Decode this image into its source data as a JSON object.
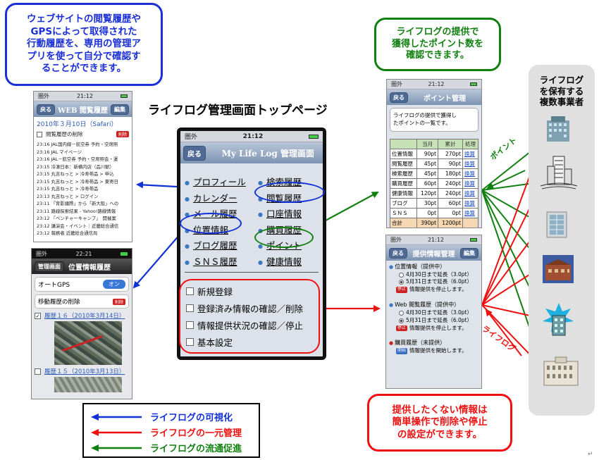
{
  "title": "ライフログ管理画面トップページ",
  "callouts": {
    "history": "ウェブサイトの閲覧履歴や\nGPSによって取得された\n行動履歴を、専用の管理ア\nプリを使って自分で確認す\nることができます。",
    "points": "ライフログの提供で\n獲得したポイント数を\n確認できます。",
    "control": "提供したくない情報は\n簡単操作で削除や停止\nの設定ができます。"
  },
  "company_panel": {
    "label": "ライフログ\nを保有する\n複数事業者"
  },
  "flow_labels": {
    "point": "ポイント",
    "lifelog": "ライフログ"
  },
  "legend": [
    {
      "label": "ライフログの可視化",
      "color": "#1030d8"
    },
    {
      "label": "ライフログの一元管理",
      "color": "#ee1111"
    },
    {
      "label": "ライフログの流通促進",
      "color": "#108010"
    }
  ],
  "main_phone": {
    "status_left": "圏外",
    "status_time": "21:12",
    "back": "戻る",
    "title": "My Life Log 管理画面",
    "menu_left": [
      "プロフィール",
      "カレンダー",
      "メール履歴",
      "位置情報",
      "ブログ履歴",
      "ＳＮＳ履歴"
    ],
    "menu_right": [
      "検索履歴",
      "閲覧履歴",
      "口座情報",
      "購買履歴",
      "ポイント",
      "健康情報"
    ],
    "checks": [
      "新規登録",
      "登録済み情報の確認／削除",
      "情報提供状況の確認／停止",
      "基本設定"
    ]
  },
  "web_phone": {
    "status_left": "圏外",
    "status_time": "21:12",
    "back": "戻る",
    "title": "WEB 閲覧履歴",
    "edit": "編集",
    "date": "2010年３月10日（Safari）",
    "delete_label": "閲覧履歴の削除",
    "delete_btn": "削除",
    "entries": [
      "23:16 JAL国内線－航空券 予約・空席照",
      "23:16 JAL マイページ",
      "23:16 JAL－航空券 予約・空席照会・運",
      "23:15 冷凍日本：新横内店（品川駅）",
      "23:15 丸吉ねっと > 冷寿帯品 > 申込",
      "23:15 丸吉ねっと > 冷寿帯品 > 東寄日",
      "23:15 丸吉ねっと > 冷寿帯品",
      "23:13 丸吉ねっと > ログイン",
      "23:11 「背影纏際」から「新大阪」への",
      "23:11 路線探索結果 - Yahoo!路線情報",
      "23:12 「ベンチャーキャンプ」　開催案",
      "23:12 講演会・イベント｜近畿総合通信",
      "23:12 報務者 近畿総合通信局"
    ]
  },
  "gps_phone": {
    "status_left": "圏外",
    "status_time": "22:21",
    "back": "管理画面",
    "title": "位置情報履歴",
    "gps_label": "オートGPS",
    "gps_toggle": "オン",
    "delete_label": "移動履歴の削除",
    "delete_btn": "削除",
    "item1": "履歴１６（2010年3月14日）",
    "item2": "履歴１５（2010年3月13日）"
  },
  "points_phone": {
    "status_left": "圏外",
    "status_time": "21:12",
    "back": "戻る",
    "title": "ポイント管理",
    "desc": "ライフログの提供で獲得し\nたポイントの一覧です。",
    "headers": [
      "",
      "当月",
      "累計",
      "処理"
    ],
    "rows": [
      [
        "位置情報",
        "90pt",
        "270pt",
        "換算"
      ],
      [
        "閲覧履歴",
        "45pt",
        "90pt",
        "換算"
      ],
      [
        "検索履歴",
        "45pt",
        "180pt",
        "換算"
      ],
      [
        "購買履歴",
        "60pt",
        "240pt",
        "換算"
      ],
      [
        "健康情報",
        "120pt",
        "240pt",
        "換算"
      ],
      [
        "ブログ",
        "30pt",
        "60pt",
        "換算"
      ],
      [
        "ＳＮＳ",
        "0pt",
        "0pt",
        "換算"
      ],
      [
        "合計",
        "390pt",
        "1200pt",
        ""
      ]
    ]
  },
  "provide_phone": {
    "status_left": "圏外",
    "status_time": "21:12",
    "back": "戻る",
    "title": "提供情報管理",
    "edit": "編集",
    "sec1_title": "位置情報（提供中）",
    "sec1_opt1": "4月30日まで延長（3.0pt）",
    "sec1_opt2": "5月31日まで延長（6.0pt）",
    "sec1_stop_btn": "停止",
    "sec1_stop_label": "情報提供を停止します。",
    "sec2_title": "Web 閲覧履歴（提供中）",
    "sec2_opt1": "4月30日まで延長（3.0pt）",
    "sec2_opt2": "5月31日まで延長（6.0pt）",
    "sec2_stop_btn": "停止",
    "sec2_stop_label": "情報提供を停止します。",
    "sec3_title": "購買履歴（未提供）",
    "sec3_btn": "開始",
    "sec3_label": "情報提供を開始します。"
  }
}
